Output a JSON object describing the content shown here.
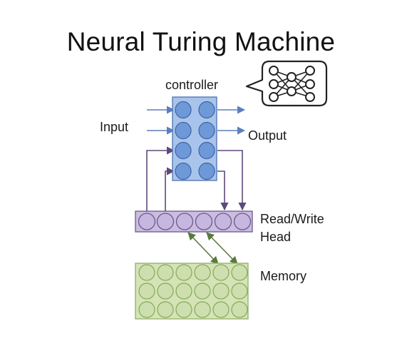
{
  "title": "Neural Turing Machine",
  "labels": {
    "controller": "controller",
    "input": "Input",
    "output": "Output",
    "read_write_head": [
      "Read/Write",
      "Head"
    ],
    "memory": "Memory"
  },
  "colors": {
    "controller_fill": "#a9c4ec",
    "controller_cell": "#6e99d8",
    "controller_stroke": "#4d72b0",
    "head_fill": "#cbbde0",
    "head_cell": "#c7b6e0",
    "head_stroke": "#6a5b8c",
    "memory_fill": "#d4e4b6",
    "memory_cell": "#cddfae",
    "memory_stroke": "#8fb066",
    "io_arrow": "#5a7fbd",
    "head_wire": "#5b4a7a",
    "memory_link": "#5a7a3c"
  },
  "structure": {
    "controller_rows": 4,
    "controller_cols": 2,
    "head_cells": 6,
    "memory_rows": 3,
    "memory_cols": 6,
    "icon": "neural-network-speech-bubble-icon"
  }
}
